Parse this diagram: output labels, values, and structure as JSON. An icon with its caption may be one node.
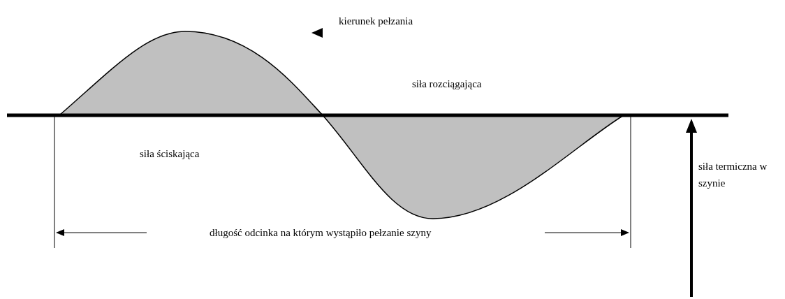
{
  "diagram": {
    "labels": [
      "kierunek pełzania",
      "siła rozciągająca",
      "siła ściskająca",
      "siła termiczna w szynie",
      "długość odcinka na którym wystąpiło pełzanie szyny"
    ]
  }
}
